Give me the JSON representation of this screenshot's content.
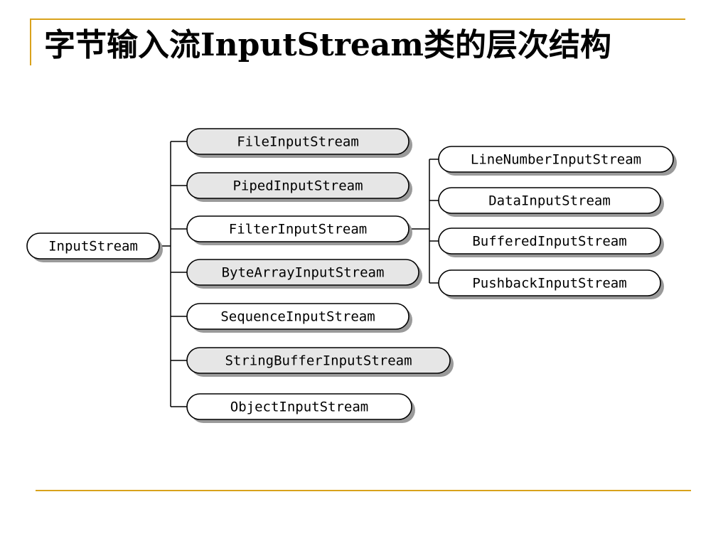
{
  "slide": {
    "title": "字节输入流InputStream类的层次结构",
    "accent_color": "#d9a21b"
  },
  "diagram": {
    "root": {
      "label": "InputStream"
    },
    "subclasses": [
      {
        "label": "FileInputStream",
        "shaded": true
      },
      {
        "label": "PipedInputStream",
        "shaded": true
      },
      {
        "label": "FilterInputStream",
        "shaded": false
      },
      {
        "label": "ByteArrayInputStream",
        "shaded": true
      },
      {
        "label": "SequenceInputStream",
        "shaded": false
      },
      {
        "label": "StringBufferInputStream",
        "shaded": true
      },
      {
        "label": "ObjectInputStream",
        "shaded": false
      }
    ],
    "filter_subclasses": [
      {
        "label": "LineNumberInputStream",
        "shaded": false
      },
      {
        "label": "DataInputStream",
        "shaded": false
      },
      {
        "label": "BufferedInputStream",
        "shaded": false
      },
      {
        "label": "PushbackInputStream",
        "shaded": false
      }
    ],
    "colors": {
      "shaded_fill": "#e6e6e6",
      "plain_fill": "#ffffff",
      "shadow": "#9a9a9a",
      "line": "#000000"
    }
  }
}
